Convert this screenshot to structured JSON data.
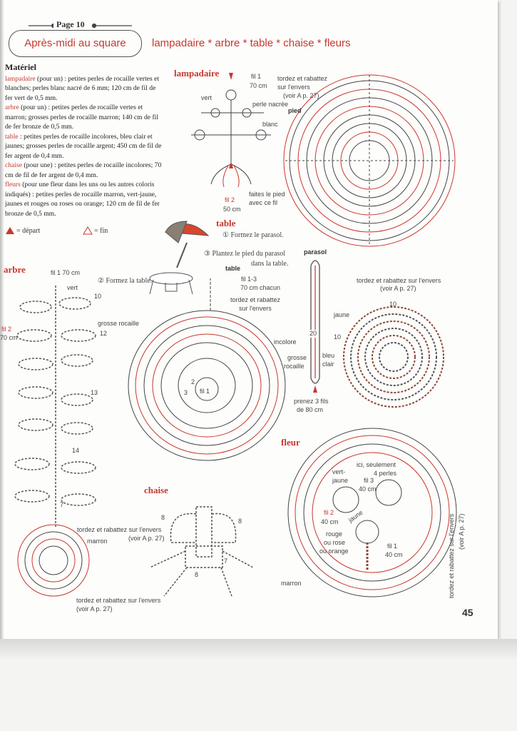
{
  "header": {
    "page_tag": "Page 10",
    "title": "Après-midi au square",
    "subtitle": "lampadaire * arbre * table * chaise * fleurs"
  },
  "materials": {
    "heading": "Matériel",
    "items": [
      {
        "name": "lampadaire",
        "text": " (pour un) : petites perles de rocaille vertes et blanches; perles blanc nacré de 6 mm; 120 cm de fil de fer vert de 0,5 mm."
      },
      {
        "name": "arbre",
        "text": " (pour un) : petites perles de rocaille vertes et marron; grosses perles de rocaille marron; 140 cm de fil de fer bronze de 0,5 mm."
      },
      {
        "name": "table",
        "text": " : petites perles de rocaille incolores, bleu clair et jaunes; grosses perles de rocaille argent; 450 cm de fil de fer argent de 0,4 mm."
      },
      {
        "name": "chaise",
        "text": " (pour une) : petites perles de rocaille incolores; 70 cm de fil de fer argent de 0,4 mm."
      },
      {
        "name": "fleurs",
        "text": " (pour une fleur dans les uns ou les autres coloris indiqués) : petites perles de rocaille marron, vert-jaune, jaunes et rouges ou roses ou orange; 120 cm de fil de fer bronze de 0,5 mm."
      }
    ],
    "legend_start": "= départ",
    "legend_end": "= fin"
  },
  "lampadaire": {
    "title": "lampadaire",
    "fil1": "fil  1",
    "fil1_len": "70 cm",
    "vert": "vert",
    "perle": "perle nacrée",
    "blanc": "blanc",
    "fil2": "fil  2",
    "fil2_len": "50 cm",
    "pied_note_1": "faites le pied",
    "pied_note_2": "avec ce fil",
    "tordez_1": "tordez et rabattez",
    "tordez_2": "sur l'envers",
    "tordez_3": "(voir A p. 27)",
    "pied": "pied"
  },
  "table": {
    "title": "table",
    "step1": "① Formez le parasol.",
    "step2": "② Formez la table.",
    "step3a": "③ Plantez le pied du parasol",
    "step3b": "dans la table.",
    "sub": "table",
    "fil": "fil  1-3",
    "fil_len": "70 cm chacun",
    "tordez_1": "tordez et rabattez",
    "tordez_2": "sur l'envers",
    "incolore": "incolore",
    "fil_in": "fil  1",
    "n3": "3",
    "n2": "2",
    "parasol": "parasol",
    "n20": "20",
    "grosse_1": "grosse",
    "grosse_2": "rocaille",
    "bleu_1": "bleu",
    "bleu_2": "clair",
    "prenez_1": "prenez 3 fils",
    "prenez_2": "de 80 cm",
    "jaune": "jaune",
    "n10a": "10",
    "n10b": "10",
    "tordez_p1": "tordez et rabattez sur l'envers",
    "tordez_p2": "(voir A p. 27)"
  },
  "arbre": {
    "title": "arbre",
    "fil1": "fil  1  70 cm",
    "vert": "vert",
    "n10": "10",
    "grosse": "grosse rocaille",
    "n12": "12",
    "fil2": "fil  2",
    "fil2_len": "70 cm",
    "n13": "13",
    "n14": "14",
    "n7": "7",
    "marron": "marron",
    "tordez_1": "tordez et rabattez sur l'envers",
    "tordez_2": "(voir A p. 27)"
  },
  "chaise": {
    "title": "chaise",
    "tordez_1": "tordez et rabattez sur l'envers",
    "tordez_2": "(voir A p. 27)",
    "n8a": "8",
    "n8b": "8",
    "n7": "7",
    "n8c": "8"
  },
  "fleur": {
    "title": "fleur",
    "ici_1": "ici, seulement",
    "ici_2": "4 perles",
    "vert_1": "vert-",
    "vert_2": "jaune",
    "fil3": "fil  3",
    "fil3_len": "40 cm",
    "fil2": "fil  2",
    "fil2_len": "40 cm",
    "jaune": "jaune",
    "rouge_1": "rouge",
    "rouge_2": "ou rose",
    "rouge_3": "ou orange",
    "fil1": "fil  1",
    "fil1_len": "40 cm",
    "marron": "marron",
    "tordez": "tordez et rabattez sur l'envers",
    "voir": "(voir A p. 27)"
  },
  "page_number": "45",
  "colors": {
    "accent": "#c9372c",
    "wire": "#333333"
  }
}
